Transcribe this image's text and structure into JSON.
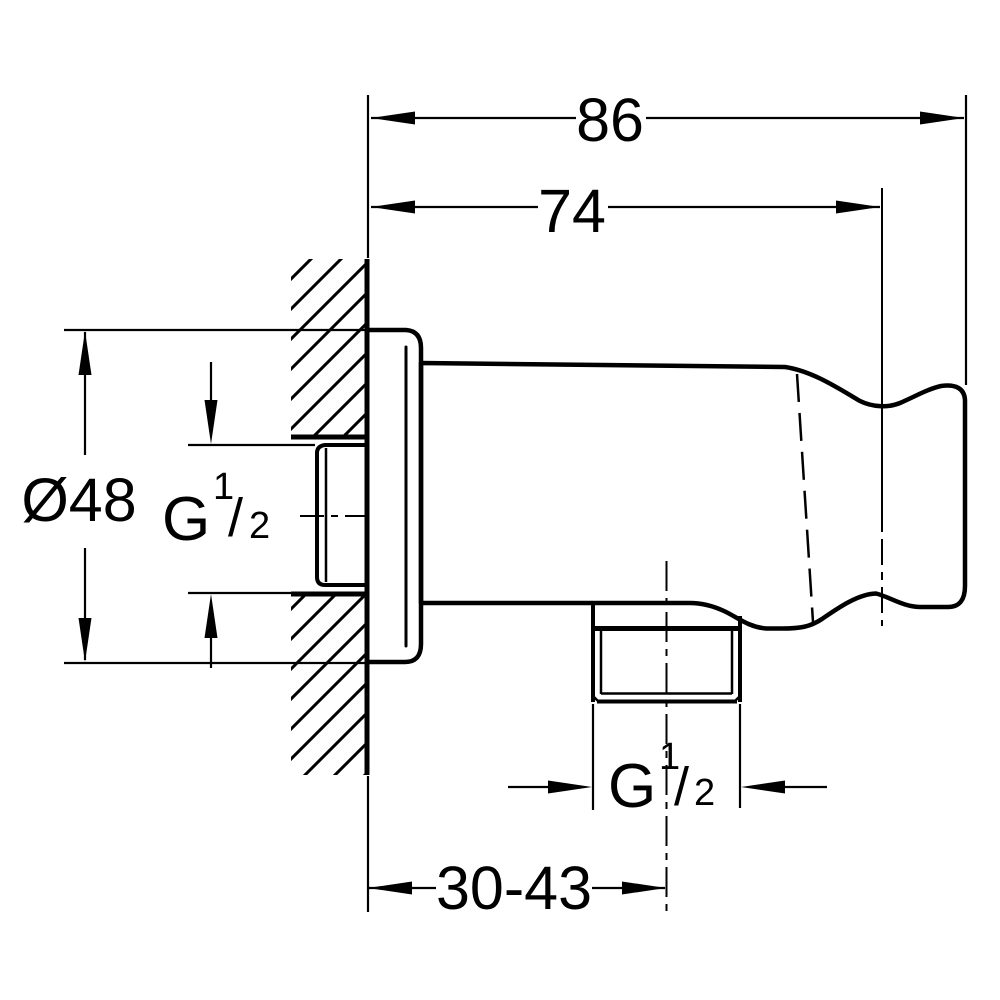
{
  "drawing": {
    "type": "technical-dimension-drawing",
    "background_color": "#ffffff",
    "line_color": "#000000",
    "unit_system": "mm (implied)"
  },
  "dims": {
    "d86": {
      "label": "86"
    },
    "d74": {
      "label": "74"
    },
    "d48": {
      "label": "Ø48"
    },
    "d3043": {
      "label": "30-43"
    },
    "inlet_thread": {
      "g": "G",
      "num": "1",
      "slash": "/",
      "den": "2"
    },
    "outlet_thread": {
      "g": "G",
      "num": "1",
      "slash": "/",
      "den": "2"
    }
  },
  "dimension_list": [
    {
      "name": "overall-depth-from-wall",
      "label": "86"
    },
    {
      "name": "wall-to-holder-centerline",
      "label": "74"
    },
    {
      "name": "escutcheon-diameter",
      "label": "Ø48"
    },
    {
      "name": "inlet-thread-size",
      "label": "G 1/2"
    },
    {
      "name": "outlet-thread-size",
      "label": "G 1/2"
    },
    {
      "name": "wall-to-outlet-centerline-range",
      "label": "30-43"
    }
  ]
}
